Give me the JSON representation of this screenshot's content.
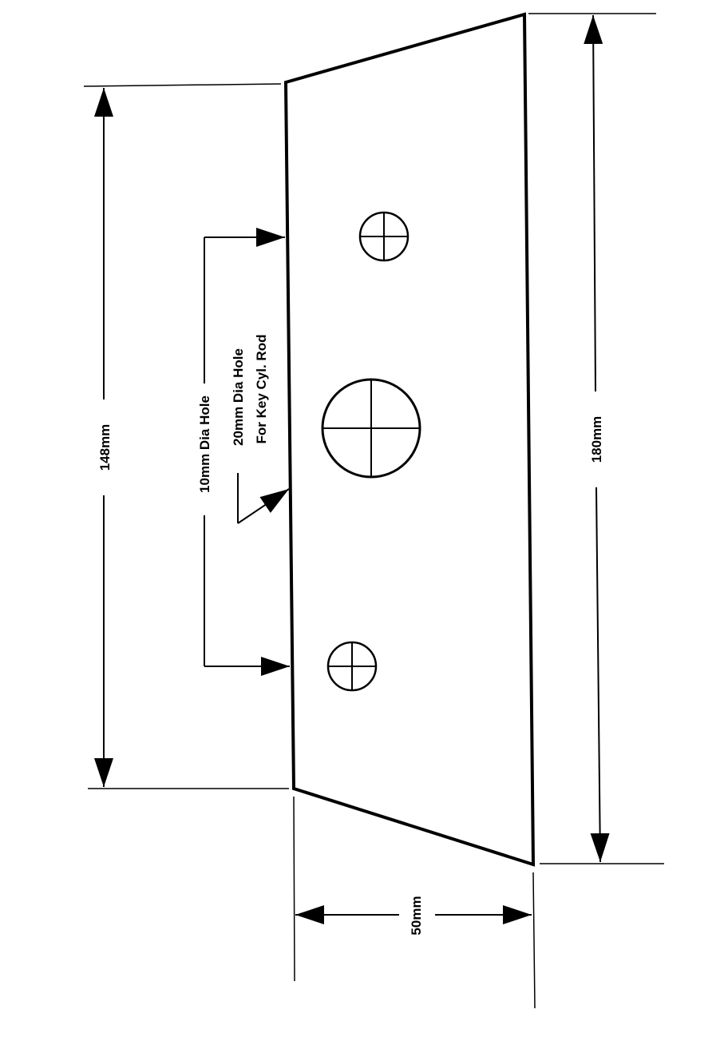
{
  "labels": {
    "dim_left": "148mm",
    "dim_right": "180mm",
    "dim_bottom": "50mm",
    "small_hole": "10mm Dia Hole",
    "large_hole_line1": "20mm Dia Hole",
    "large_hole_line2": "For Key Cyl. Rod"
  }
}
